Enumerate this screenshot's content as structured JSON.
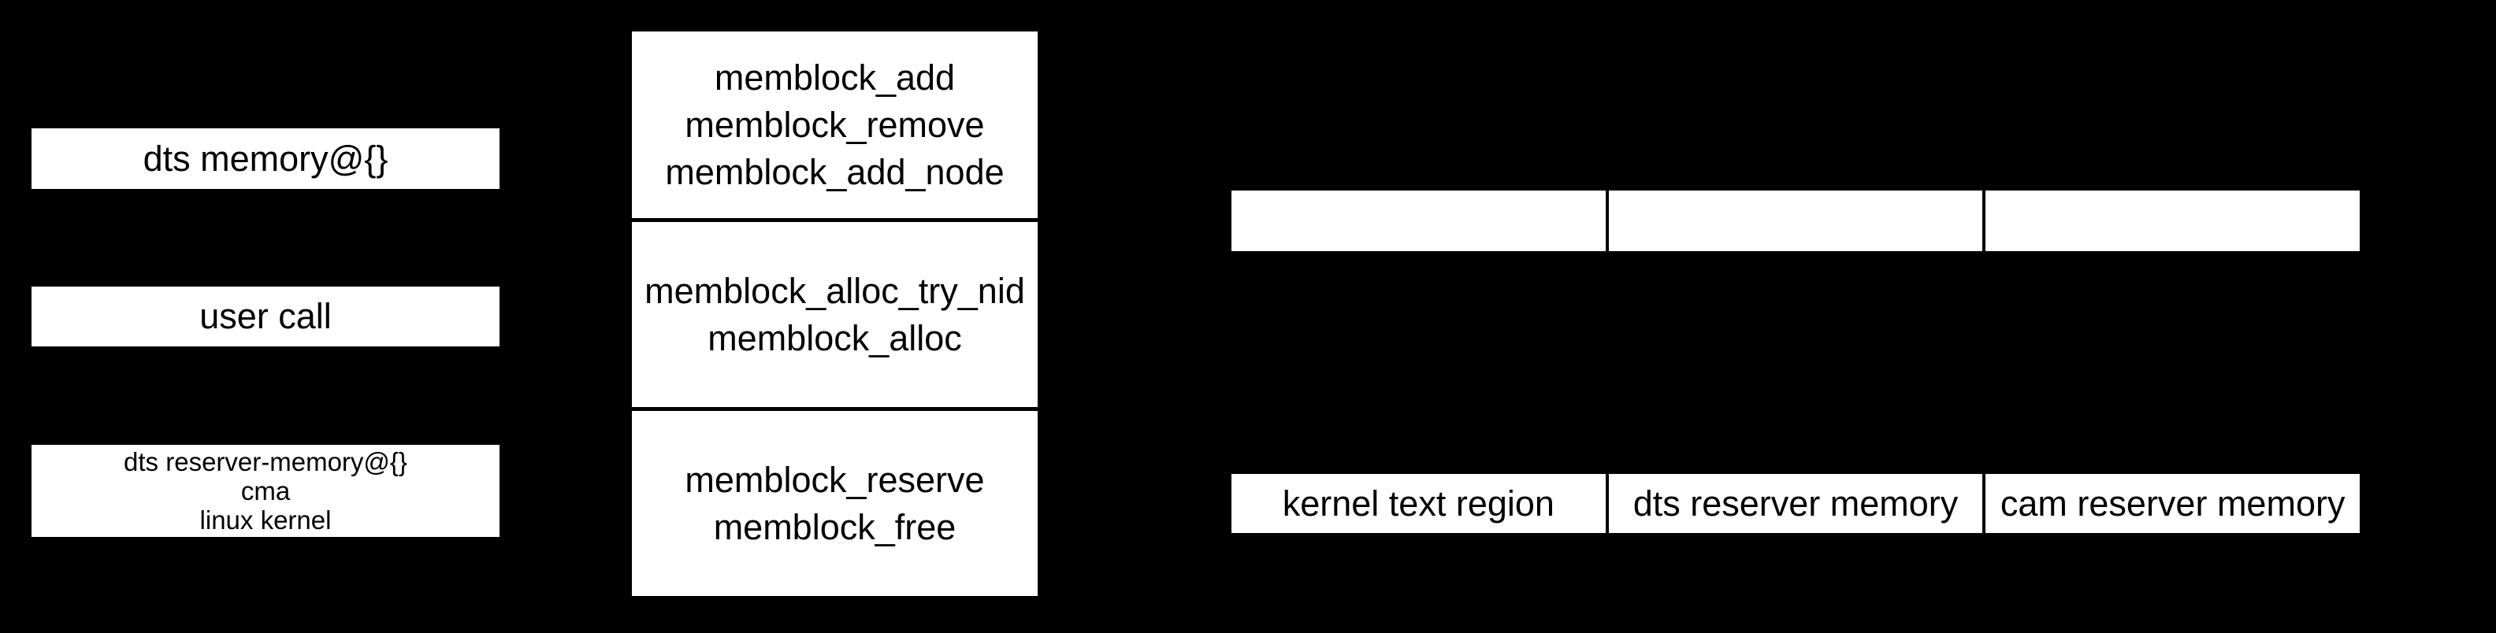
{
  "colors": {
    "background": "#000000",
    "box_fill": "#ffffff",
    "text": "#000000"
  },
  "left_column": {
    "dts_memory_box": {
      "label": "dts memory@{}"
    },
    "user_call_box": {
      "label": "user call"
    },
    "reserved_sources_box": {
      "lines": [
        "dts reserver-memory@{}",
        "cma",
        "linux kernel"
      ]
    }
  },
  "memblock_api_box": {
    "sections": [
      {
        "lines": [
          "memblock_add",
          "memblock_remove",
          "memblock_add_node"
        ]
      },
      {
        "lines": [
          "memblock_alloc_try_nid",
          "memblock_alloc"
        ]
      },
      {
        "lines": [
          "memblock_reserve",
          "memblock_free"
        ]
      }
    ]
  },
  "memory_map": {
    "upper_row_cells": [
      "",
      "",
      ""
    ],
    "lower_row_cells": [
      "kernel text region",
      "dts reserver memory",
      "cam reserver memory"
    ]
  }
}
